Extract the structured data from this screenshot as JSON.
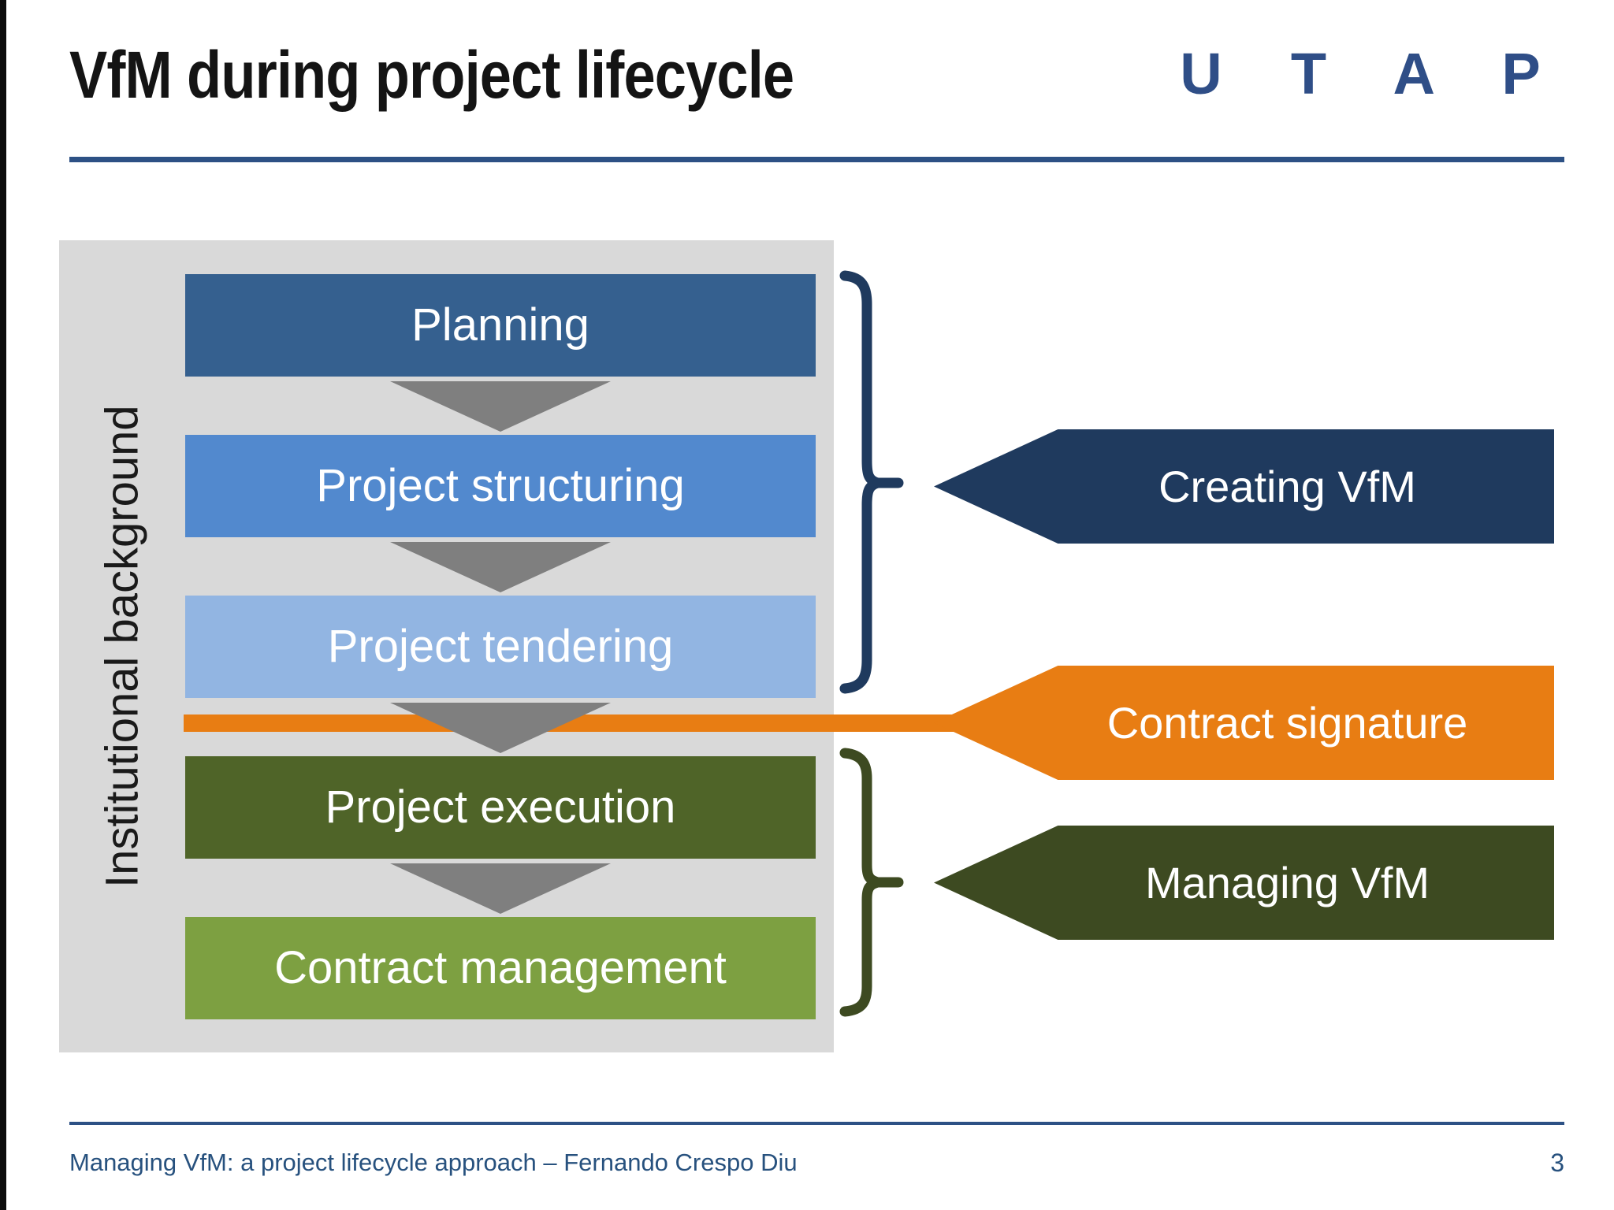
{
  "slide": {
    "title": "VfM during project lifecycle",
    "logo_text": "U T A P",
    "footer_text": "Managing VfM: a project lifecycle approach – Fernando Crespo Diu",
    "page_number": "3"
  },
  "diagram": {
    "side_label": "Institutional background",
    "stages": [
      {
        "label": "Planning",
        "color": "#35608f"
      },
      {
        "label": "Project structuring",
        "color": "#5289ce"
      },
      {
        "label": "Project tendering",
        "color": "#92b5e2"
      },
      {
        "label": "Project execution",
        "color": "#4f6428"
      },
      {
        "label": "Contract management",
        "color": "#7da041"
      }
    ],
    "flow_arrow_color": "#7f7f7f",
    "callouts": [
      {
        "label": "Creating VfM",
        "color": "#1f3a5e",
        "spans": [
          "Planning",
          "Project structuring",
          "Project tendering"
        ]
      },
      {
        "label": "Contract signature",
        "color": "#e87d13",
        "spans": [
          "between Project tendering and Project execution"
        ]
      },
      {
        "label": "Managing VfM",
        "color": "#3d4a21",
        "spans": [
          "Project execution",
          "Contract management"
        ]
      }
    ],
    "colors": {
      "panel_gray": "#d9d9d9",
      "rule_blue": "#2d5185",
      "logo_blue": "#2f4e87",
      "footer_blue": "#27517e",
      "title_black": "#141414"
    }
  }
}
